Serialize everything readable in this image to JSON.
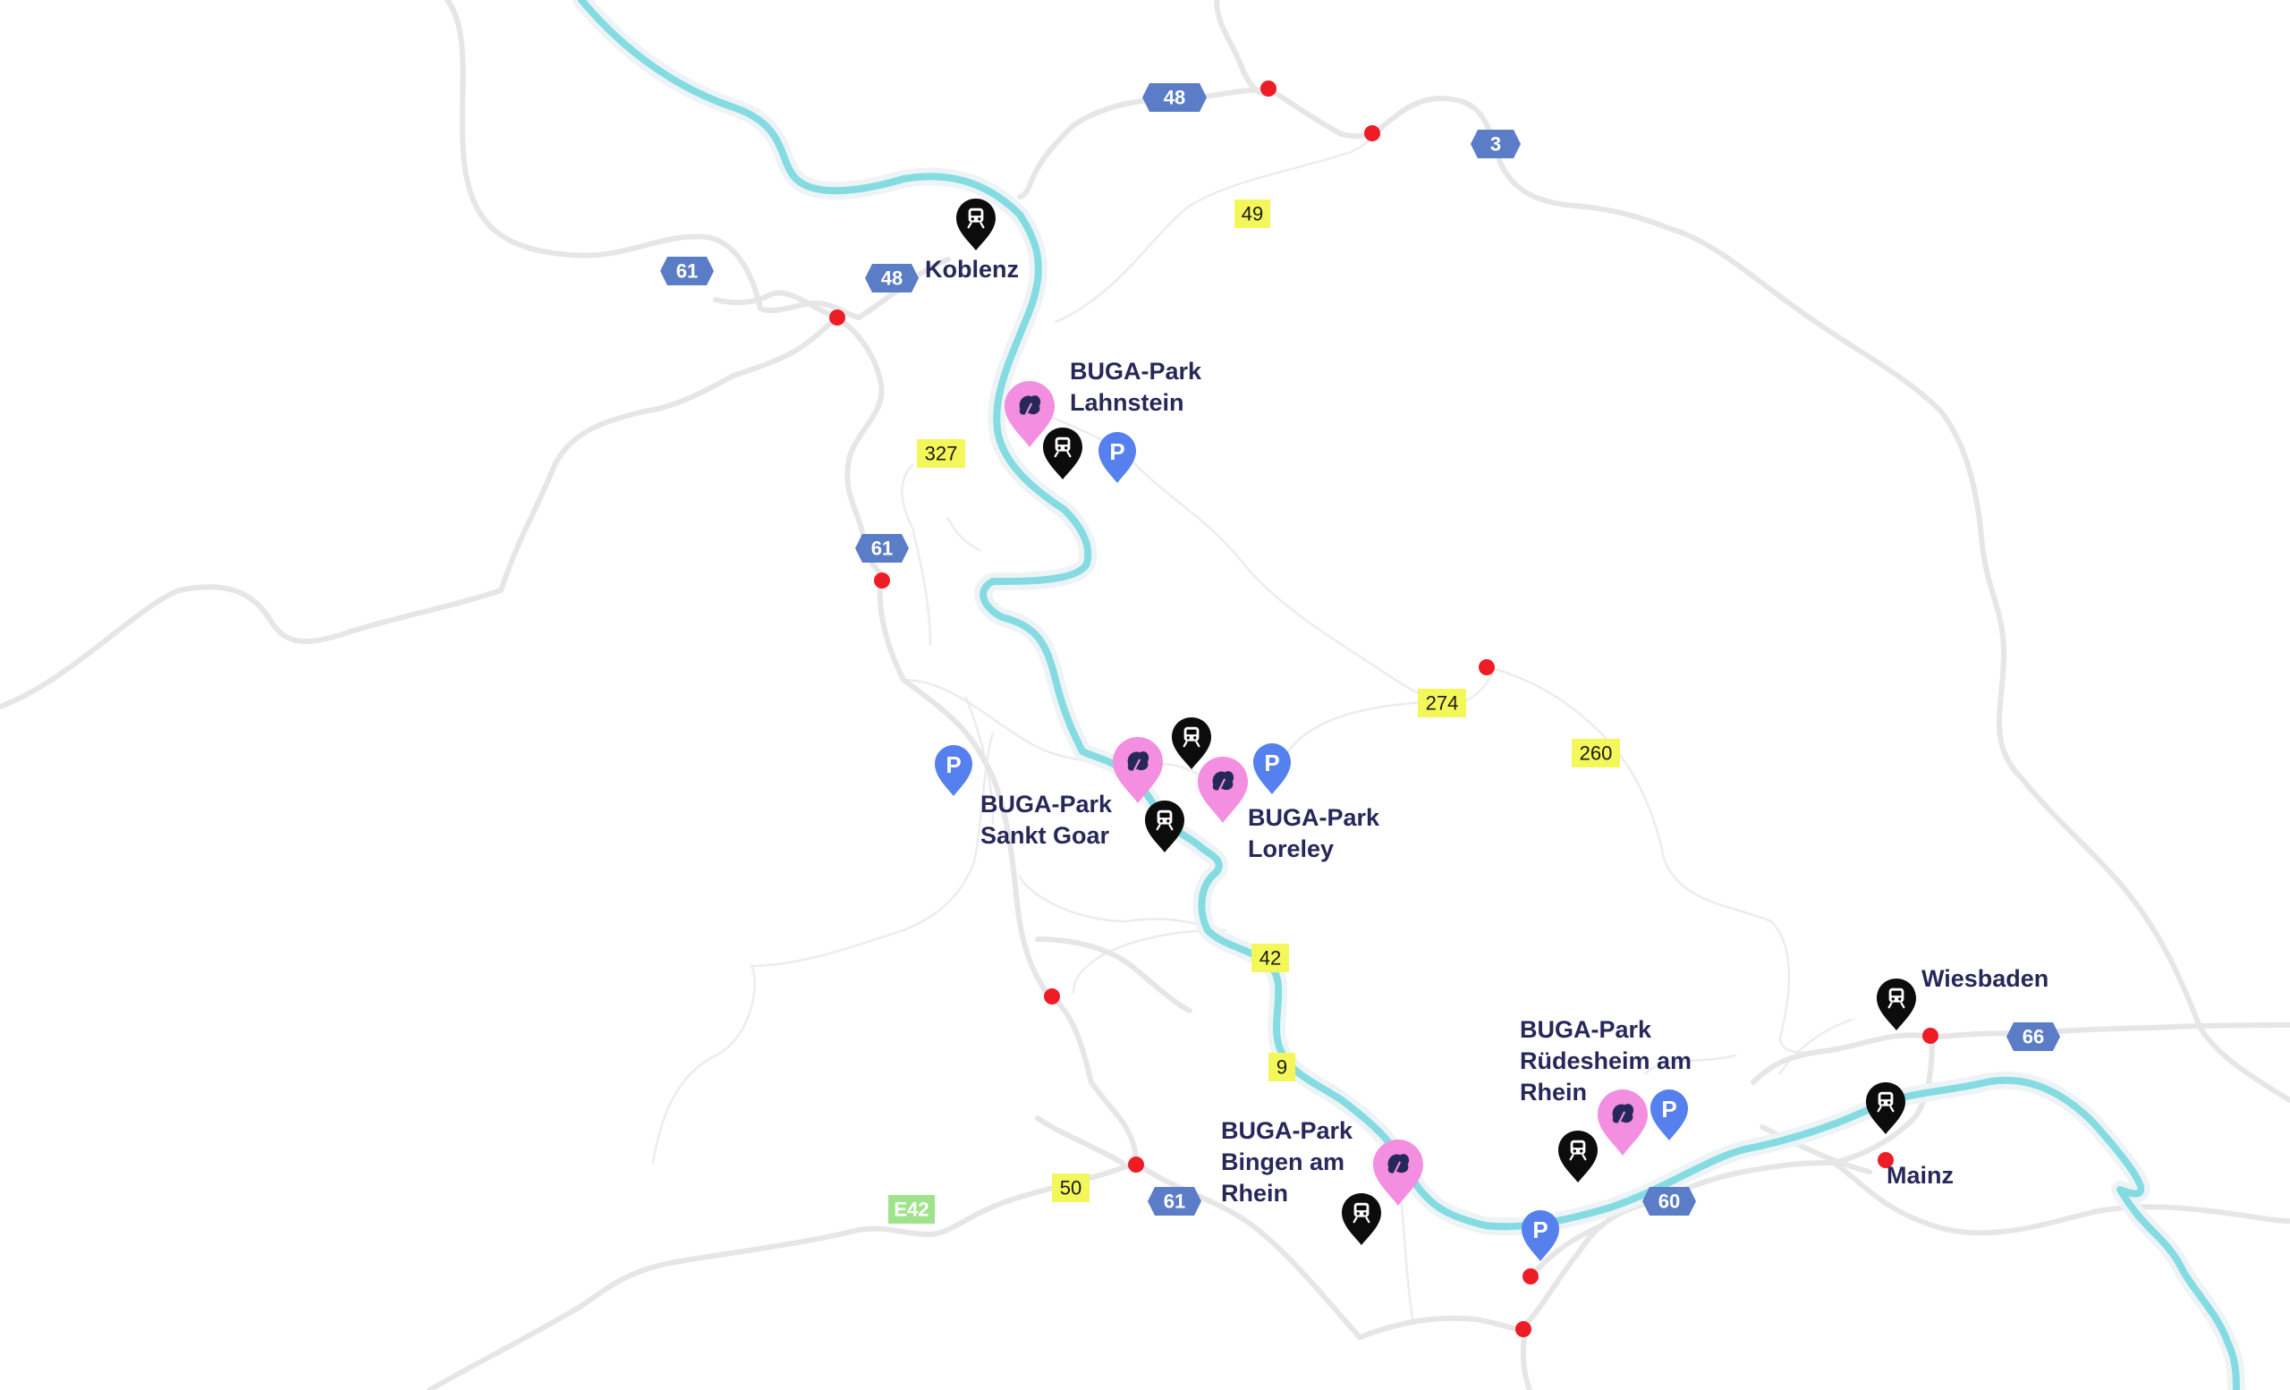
{
  "colors": {
    "river": "#84dbe2",
    "road": "#e6e6e6",
    "junction": "#ee1c25",
    "autobahn_shield": "#5b7cc6",
    "bundesstrasse_shield": "#f4f75a",
    "europastrasse_shield": "#9fe48a",
    "buga_pin": "#f38ee0",
    "train_pin": "#0c0c0c",
    "parking_pin": "#5680ee",
    "label_text": "#26285a"
  },
  "parking_label": "P",
  "places": [
    {
      "id": "koblenz",
      "lines": [
        "Koblenz"
      ]
    },
    {
      "id": "buga-lahnstein",
      "lines": [
        "BUGA-Park",
        "Lahnstein"
      ]
    },
    {
      "id": "buga-sankt-goar",
      "lines": [
        "BUGA-Park",
        "Sankt Goar"
      ]
    },
    {
      "id": "buga-loreley",
      "lines": [
        "BUGA-Park",
        "Loreley"
      ]
    },
    {
      "id": "buga-ruedesheim",
      "lines": [
        "BUGA-Park",
        "Rüdesheim am",
        "Rhein"
      ]
    },
    {
      "id": "buga-bingen",
      "lines": [
        "BUGA-Park",
        "Bingen am",
        "Rhein"
      ]
    },
    {
      "id": "wiesbaden",
      "lines": [
        "Wiesbaden"
      ]
    },
    {
      "id": "mainz",
      "lines": [
        "Mainz"
      ]
    }
  ],
  "road_shields": [
    {
      "type": "autobahn",
      "label": "48"
    },
    {
      "type": "autobahn",
      "label": "3"
    },
    {
      "type": "autobahn",
      "label": "61"
    },
    {
      "type": "autobahn",
      "label": "48"
    },
    {
      "type": "autobahn",
      "label": "61"
    },
    {
      "type": "autobahn",
      "label": "66"
    },
    {
      "type": "autobahn",
      "label": "61"
    },
    {
      "type": "autobahn",
      "label": "60"
    },
    {
      "type": "bundesstrasse",
      "label": "49"
    },
    {
      "type": "bundesstrasse",
      "label": "327"
    },
    {
      "type": "bundesstrasse",
      "label": "274"
    },
    {
      "type": "bundesstrasse",
      "label": "260"
    },
    {
      "type": "bundesstrasse",
      "label": "42"
    },
    {
      "type": "bundesstrasse",
      "label": "9"
    },
    {
      "type": "bundesstrasse",
      "label": "50"
    },
    {
      "type": "europastrasse",
      "label": "E42"
    }
  ],
  "markers": [
    {
      "type": "buga",
      "icon": "leaf-icon"
    },
    {
      "type": "buga",
      "icon": "leaf-icon"
    },
    {
      "type": "buga",
      "icon": "leaf-icon"
    },
    {
      "type": "buga",
      "icon": "leaf-icon"
    },
    {
      "type": "buga",
      "icon": "leaf-icon"
    },
    {
      "type": "train",
      "icon": "train-icon"
    },
    {
      "type": "train",
      "icon": "train-icon"
    },
    {
      "type": "train",
      "icon": "train-icon"
    },
    {
      "type": "train",
      "icon": "train-icon"
    },
    {
      "type": "train",
      "icon": "train-icon"
    },
    {
      "type": "train",
      "icon": "train-icon"
    },
    {
      "type": "train",
      "icon": "train-icon"
    },
    {
      "type": "train",
      "icon": "train-icon"
    },
    {
      "type": "parking",
      "icon": "parking-icon"
    },
    {
      "type": "parking",
      "icon": "parking-icon"
    },
    {
      "type": "parking",
      "icon": "parking-icon"
    },
    {
      "type": "parking",
      "icon": "parking-icon"
    },
    {
      "type": "parking",
      "icon": "parking-icon"
    }
  ]
}
